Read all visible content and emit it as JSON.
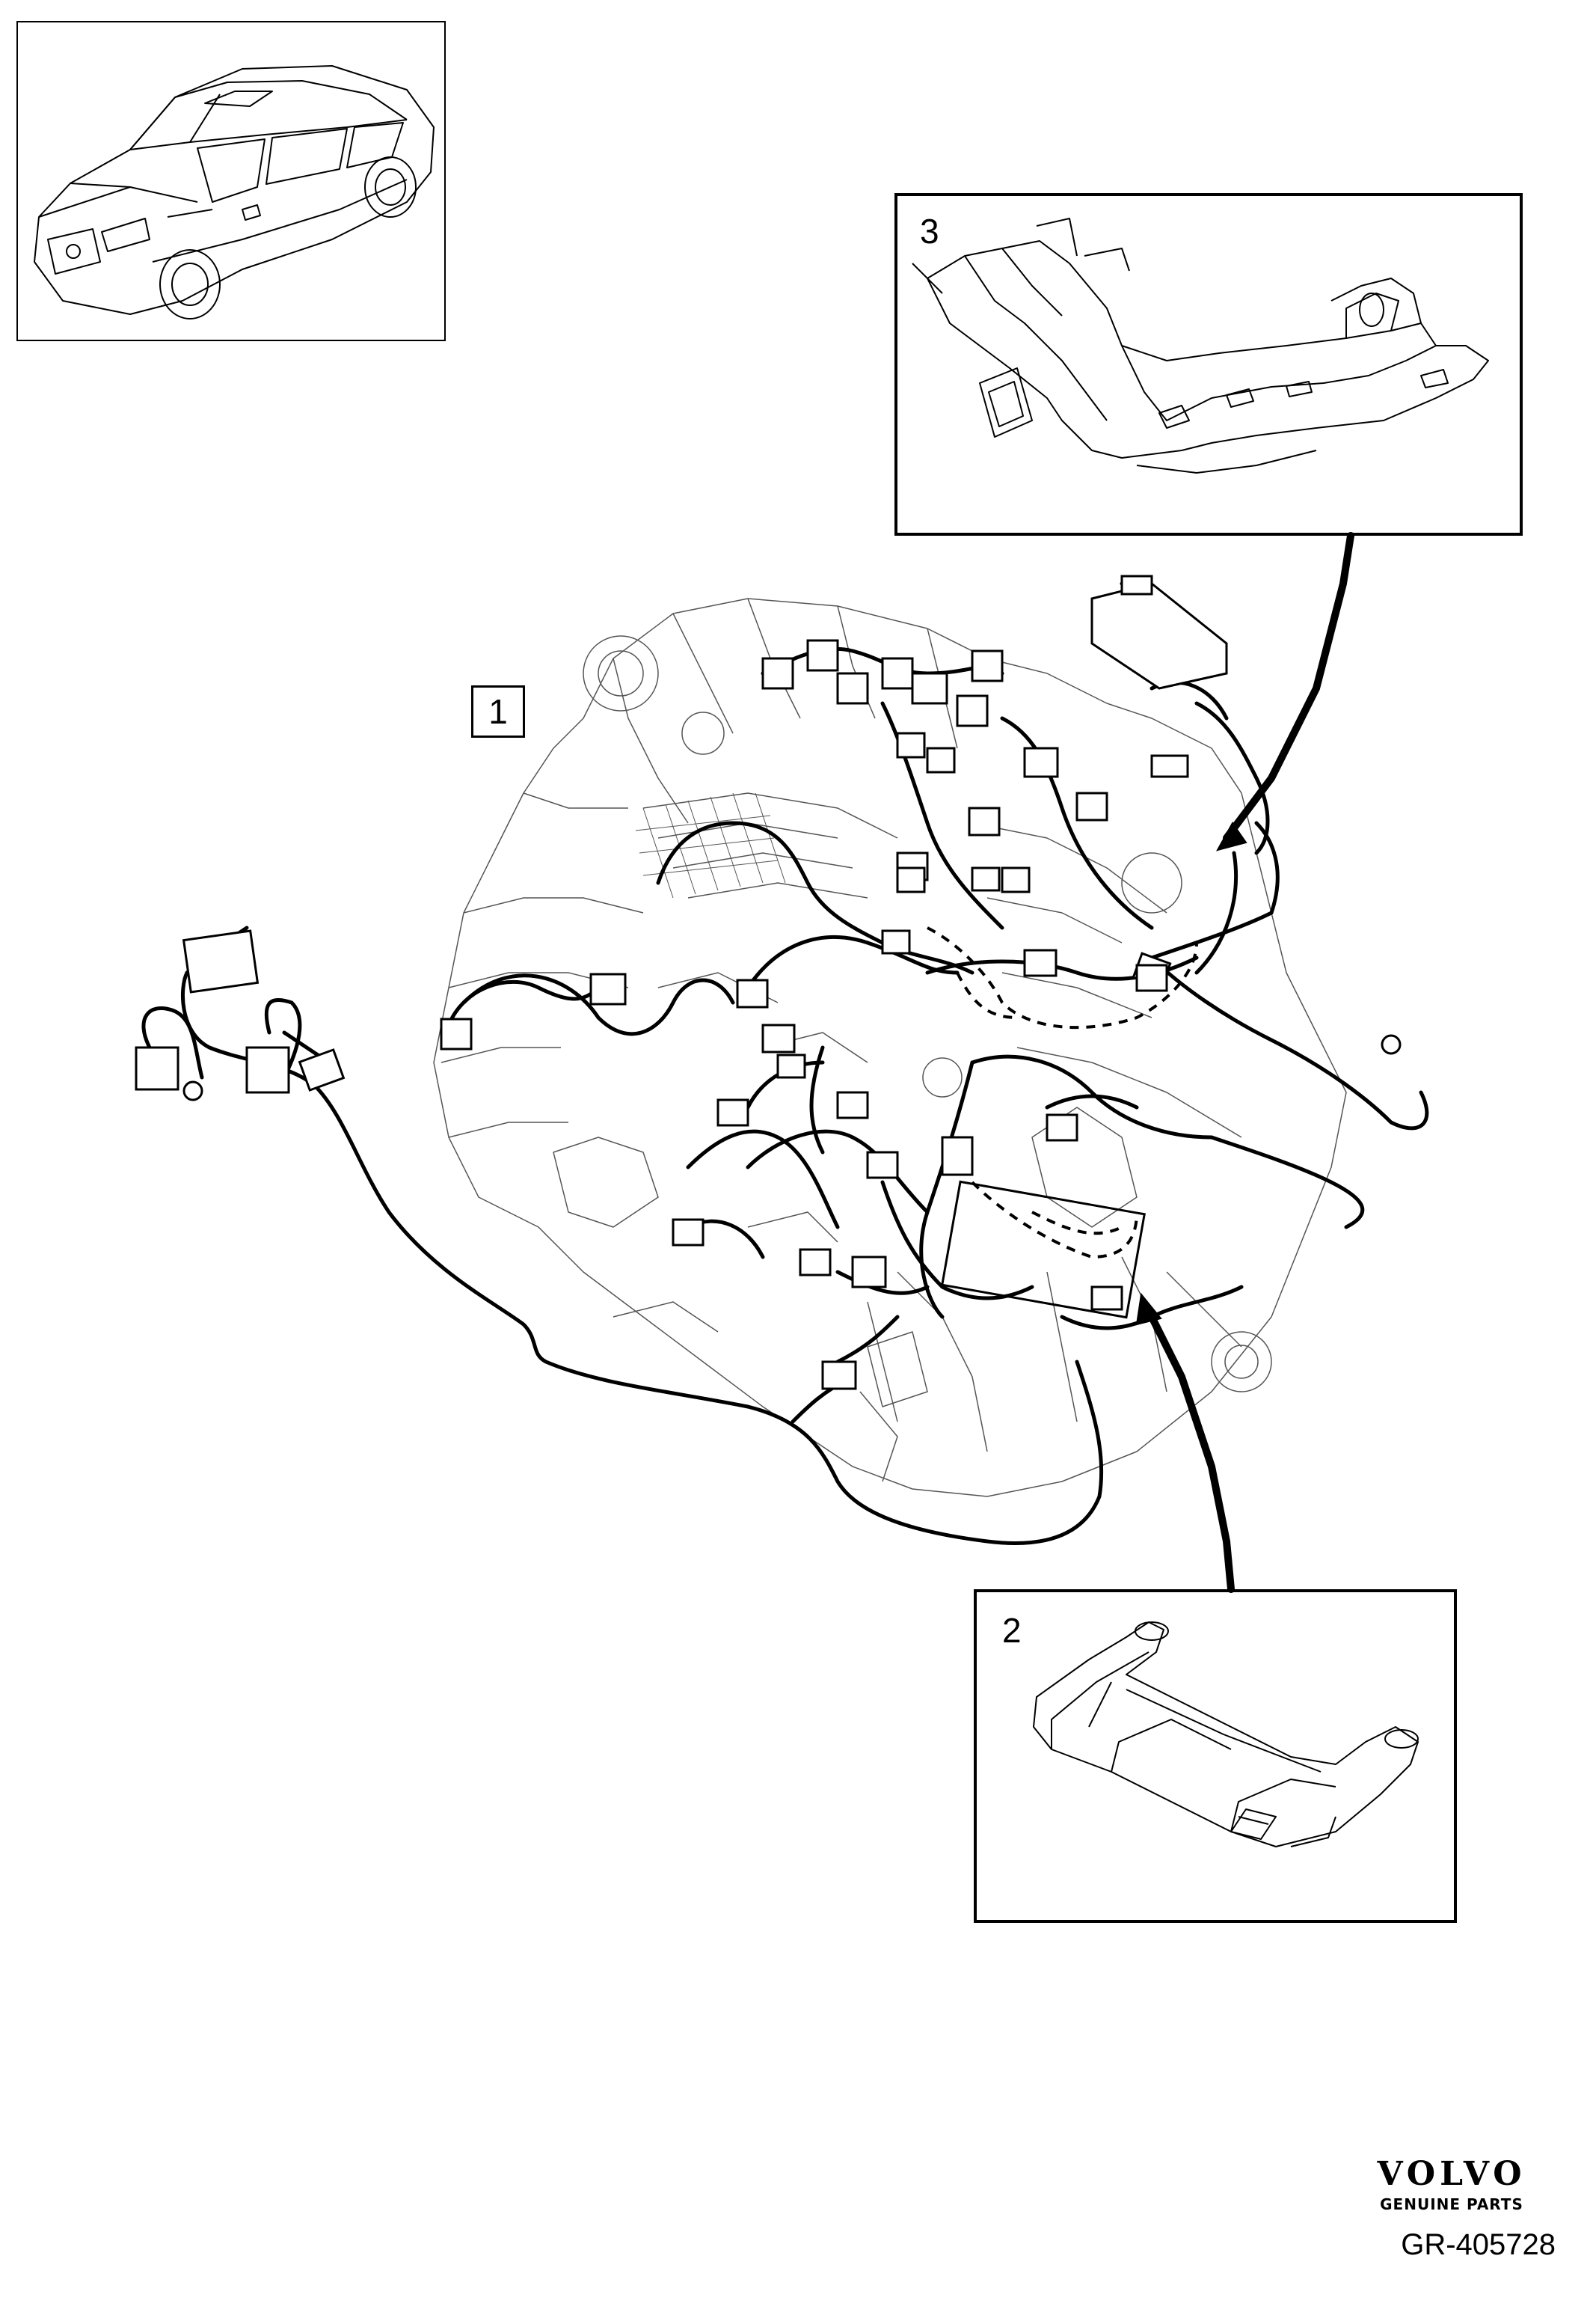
{
  "callouts": {
    "item_1": "1",
    "item_2": "2",
    "item_3": "3"
  },
  "brand": {
    "logo_text": "VOLVO",
    "tagline": "GENUINE PARTS"
  },
  "figure_reference": "GR-405728"
}
